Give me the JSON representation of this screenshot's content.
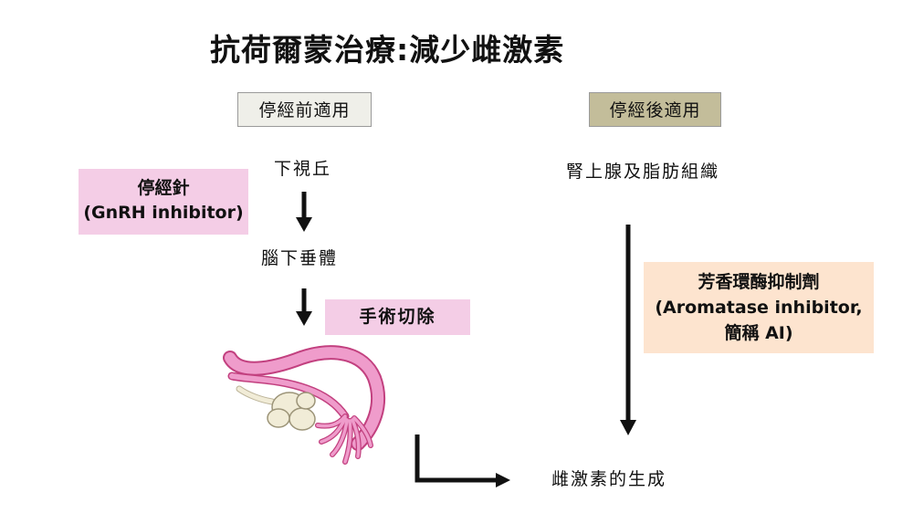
{
  "title": "抗荷爾蒙治療:減少雌激素",
  "premenopausal_header": "停經前適用",
  "postmenopausal_header": "停經後適用",
  "pathway_pre": {
    "hypothalamus": "下視丘",
    "pituitary": "腦下垂體"
  },
  "pathway_post": {
    "source": "腎上腺及脂肪組織"
  },
  "gnrh_box": {
    "line1": "停經針",
    "line2": "(GnRH inhibitor)"
  },
  "surgery_box": "手術切除",
  "ai_box": {
    "line1": "芳香環酶抑制劑",
    "line2": "(Aromatase inhibitor,",
    "line3": "簡稱 AI)"
  },
  "result": "雌激素的生成",
  "colors": {
    "pink_box": "#f4cde6",
    "peach_box": "#fde4cf",
    "header_pre": "#efefe9",
    "header_post": "#c3bd9a",
    "ovary_pink": "#ef9ccb",
    "ovary_outline": "#c2407f",
    "ovary_cream": "#f1ecd7"
  }
}
